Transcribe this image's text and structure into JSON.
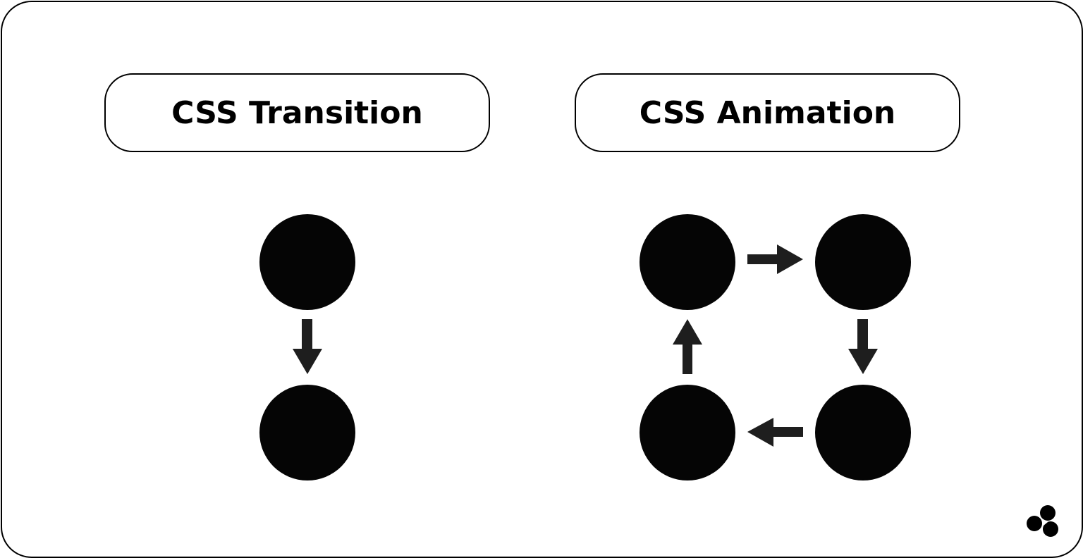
{
  "titles": {
    "transition": "CSS Transition",
    "animation": "CSS Animation"
  },
  "colors": {
    "circle": "#050505",
    "arrow": "#1e1e1e",
    "border": "#000000",
    "background": "#ffffff"
  },
  "logo": {
    "icon": "three-dots-logo"
  }
}
